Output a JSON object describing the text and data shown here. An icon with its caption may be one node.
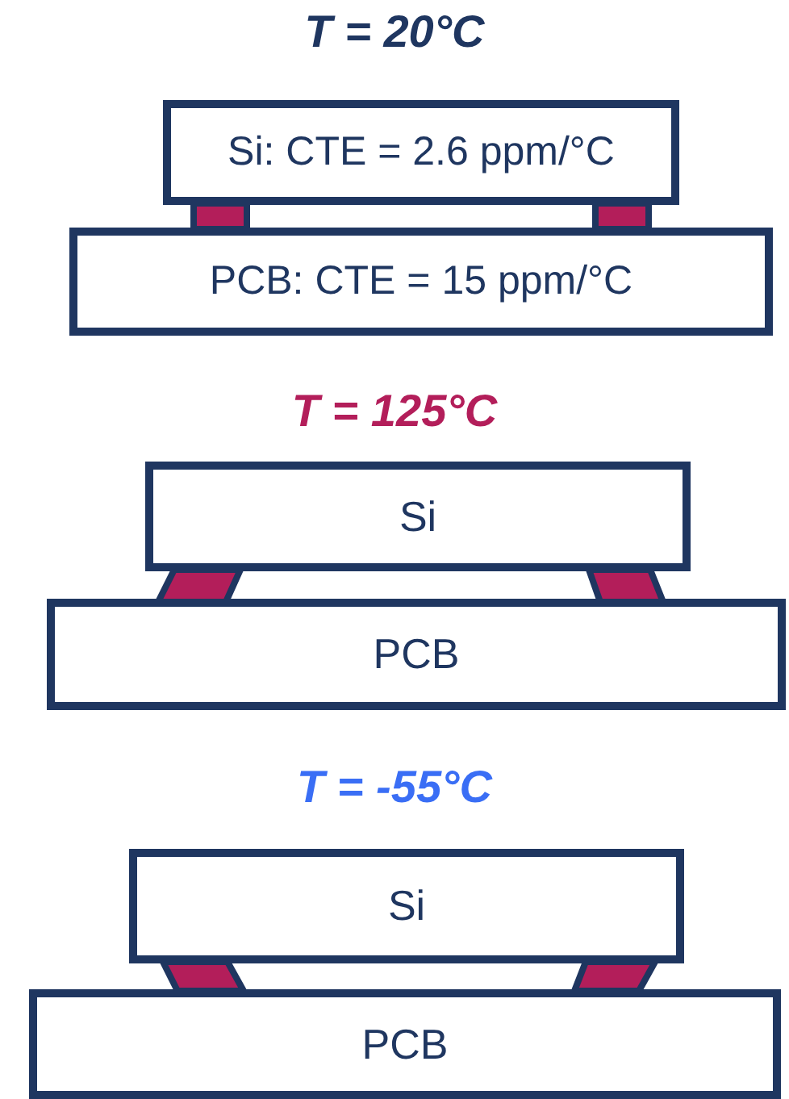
{
  "diagram": {
    "nodes": [
      {
        "text": [
          "Si: CTE = 2.6 ppm/°C"
        ]
      },
      {
        "text": [
          "PCB: CTE = 15 ppm/°C"
        ]
      },
      {
        "text": [
          "Si"
        ]
      },
      {
        "text": [
          "PCB"
        ]
      },
      {
        "text": [
          "Si"
        ]
      },
      {
        "text": [
          "PCB"
        ]
      }
    ],
    "labels": [
      "T = 20°C",
      "T = 125°C",
      "T = -55°C"
    ]
  }
}
